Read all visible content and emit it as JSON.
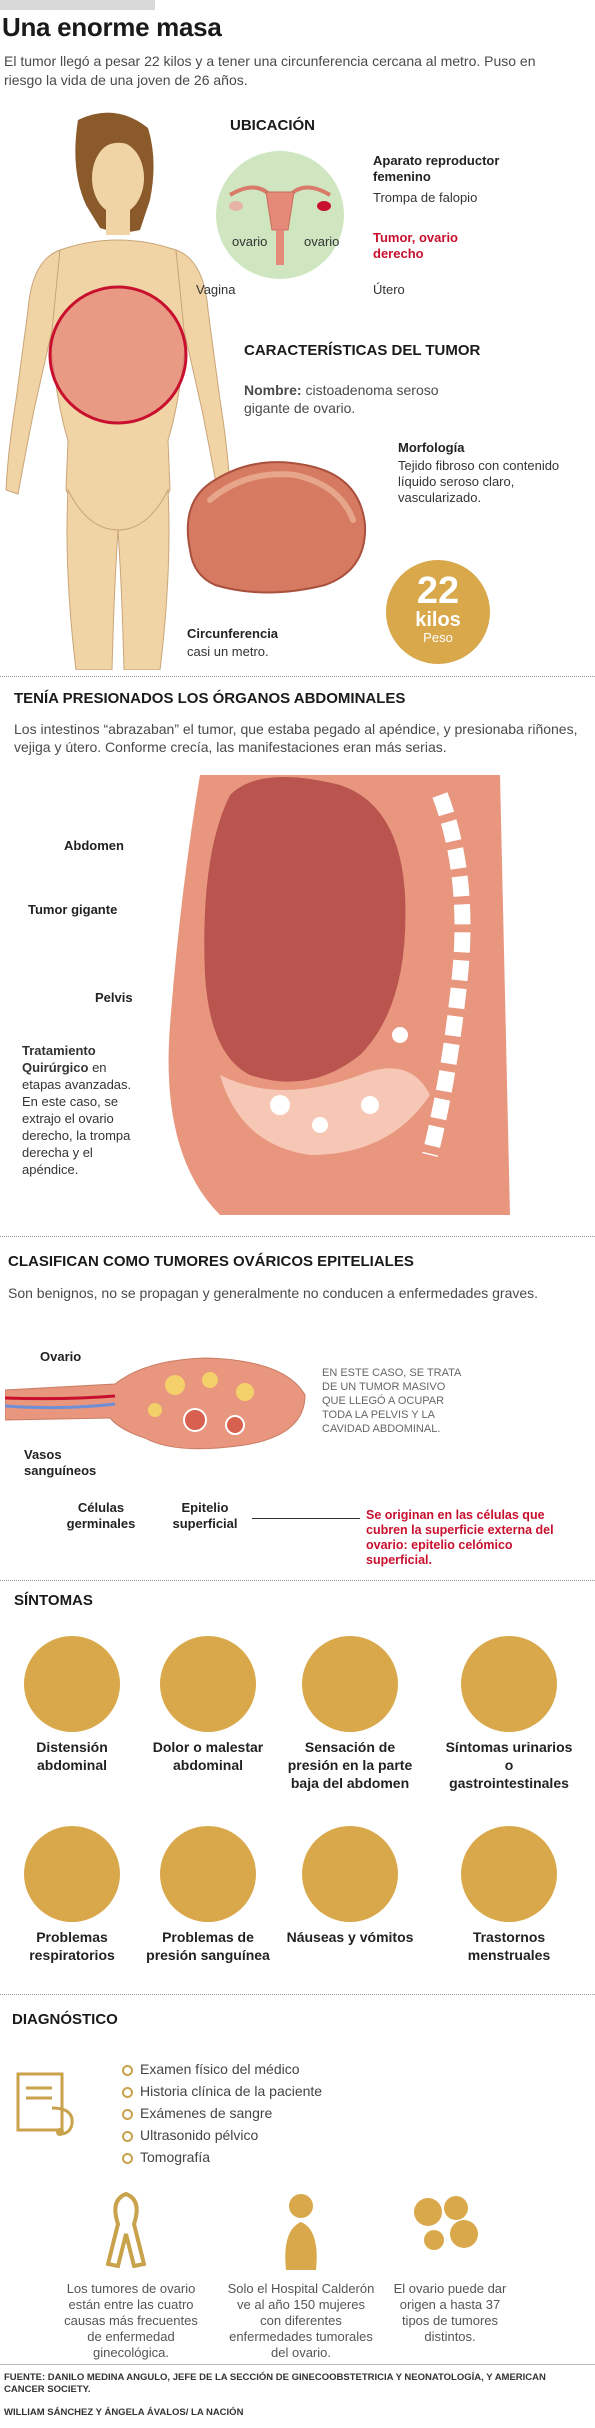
{
  "header": {
    "title": "Una enorme masa",
    "intro": "El tumor llegó a pesar 22 kilos y a tener una circunferencia cercana al metro. Puso en riesgo la vida de una joven de 26 años."
  },
  "ubicacion": {
    "heading": "UBICACIÓN",
    "aparato": "Aparato reproductor femenino",
    "trompa": "Trompa de falopio",
    "ovario_left": "ovario",
    "ovario_right": "ovario",
    "tumor": "Tumor, ovario derecho",
    "vagina": "Vagina",
    "utero": "Útero"
  },
  "caracteristicas": {
    "heading": "CARACTERÍSTICAS DEL TUMOR",
    "nombre_label": "Nombre:",
    "nombre_value": "cistoadenoma seroso gigante de ovario.",
    "morfologia_label": "Morfología",
    "morfologia_value": "Tejido fibroso con contenido líquido seroso claro, vascularizado.",
    "circ_label": "Circunferencia",
    "circ_value": "casi un metro.",
    "peso_num": "22",
    "peso_unit": "kilos",
    "peso_label": "Peso"
  },
  "abdomen": {
    "heading": "TENÍA PRESIONADOS LOS ÓRGANOS ABDOMINALES",
    "text": "Los intestinos “abrazaban” el tumor, que estaba pegado al apéndice, y presionaba riñones, vejiga y útero. Conforme crecía, las manifestaciones eran más serias.",
    "abdomen_label": "Abdomen",
    "tumor_label": "Tumor gigante",
    "pelvis_label": "Pelvis",
    "trat_label": "Tratamiento Quirúrgico",
    "trat_value": "en etapas avanzadas. En este caso, se extrajo el ovario derecho, la trompa derecha y el apéndice."
  },
  "clasif": {
    "heading": "CLASIFICAN COMO TUMORES OVÁRICOS EPITELIALES",
    "text": "Son benignos, no se propagan y generalmente no conducen a enfermedades graves.",
    "ovario": "Ovario",
    "vasos": "Vasos sanguíneos",
    "celulas": "Células germinales",
    "epitelio": "Epitelio superficial",
    "note": "EN ESTE CASO, SE TRATA DE UN TUMOR MASIVO QUE LLEGÓ A OCUPAR TODA LA PELVIS Y LA CAVIDAD ABDOMINAL.",
    "origen": "Se originan en las células que cubren la superficie externa del ovario: epitelio celómico superficial."
  },
  "sintomas": {
    "heading": "SÍNTOMAS",
    "items": [
      {
        "label": "Distensión abdominal"
      },
      {
        "label": "Dolor o malestar abdominal"
      },
      {
        "label": "Sensación de presión en la parte baja del abdomen"
      },
      {
        "label": "Síntomas urinarios o gastrointestinales"
      },
      {
        "label": "Problemas respiratorios"
      },
      {
        "label": "Problemas de presión sanguínea"
      },
      {
        "label": "Náuseas y vómitos"
      },
      {
        "label": "Trastornos menstruales"
      }
    ]
  },
  "diagnostico": {
    "heading": "DIAGNÓSTICO",
    "items": [
      "Examen físico del médico",
      "Historia clínica de la paciente",
      "Exámenes de sangre",
      "Ultrasonido pélvico",
      "Tomografía"
    ]
  },
  "facts": [
    "Los tumores de ovario están entre las cuatro causas más frecuentes de enfermedad ginecológica.",
    "Solo el Hospital Calderón ve al año 150 mujeres con diferentes enfermedades tumorales del ovario.",
    "El ovario puede dar origen a hasta 37 tipos de tumores distintos."
  ],
  "footer": {
    "fuente": "FUENTE: DANILO MEDINA ANGULO, JEFE DE LA SECCIÓN DE GINECOOBSTETRICIA Y NEONATOLOGÍA, Y AMERICAN CANCER SOCIETY.",
    "autores": "WILLIAM SÁNCHEZ Y ÁNGELA ÁVALOS/ LA NACIÓN"
  },
  "colors": {
    "gold": "#d8a84a",
    "red": "#c8102e",
    "tissue": "#e8967e",
    "tumor": "#b9544f"
  }
}
